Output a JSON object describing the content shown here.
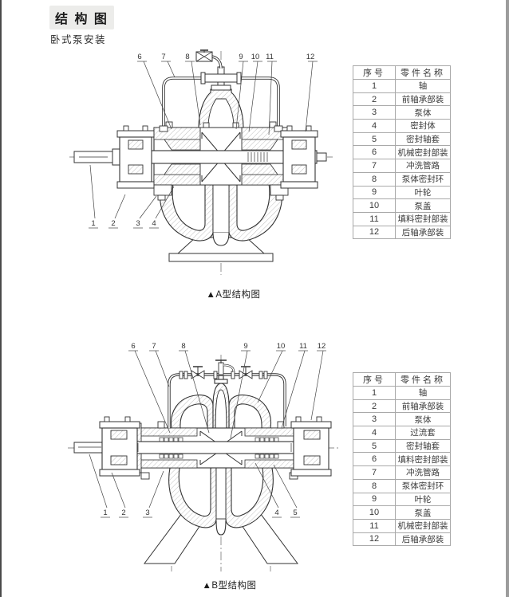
{
  "page": {
    "title": "结 构 图",
    "subtitle": "卧式泵安装"
  },
  "diagram_a": {
    "caption": "▲A型结构图",
    "callouts_top": [
      "6",
      "7",
      "8",
      "9",
      "10",
      "11",
      "12"
    ],
    "callouts_bottom": [
      "1",
      "2",
      "3",
      "4"
    ]
  },
  "diagram_b": {
    "caption": "▲B型结构图",
    "callouts_top": [
      "6",
      "7",
      "8",
      "9",
      "10",
      "11",
      "12"
    ],
    "callouts_bottom": [
      "1",
      "2",
      "3",
      "4",
      "5"
    ]
  },
  "table_a": {
    "headers": [
      "序号",
      "零件名称"
    ],
    "rows": [
      [
        "1",
        "轴"
      ],
      [
        "2",
        "前轴承部装"
      ],
      [
        "3",
        "泵体"
      ],
      [
        "4",
        "密封体"
      ],
      [
        "5",
        "密封轴套"
      ],
      [
        "6",
        "机械密封部装"
      ],
      [
        "7",
        "冲洗管路"
      ],
      [
        "8",
        "泵体密封环"
      ],
      [
        "9",
        "叶轮"
      ],
      [
        "10",
        "泵盖"
      ],
      [
        "11",
        "填料密封部装"
      ],
      [
        "12",
        "后轴承部装"
      ]
    ]
  },
  "table_b": {
    "headers": [
      "序号",
      "零件名称"
    ],
    "rows": [
      [
        "1",
        "轴"
      ],
      [
        "2",
        "前轴承部装"
      ],
      [
        "3",
        "泵体"
      ],
      [
        "4",
        "过流套"
      ],
      [
        "5",
        "密封轴套"
      ],
      [
        "6",
        "填料密封部装"
      ],
      [
        "7",
        "冲洗管路"
      ],
      [
        "8",
        "泵体密封环"
      ],
      [
        "9",
        "叶轮"
      ],
      [
        "10",
        "泵盖"
      ],
      [
        "11",
        "机械密封部装"
      ],
      [
        "12",
        "后轴承部装"
      ]
    ]
  }
}
